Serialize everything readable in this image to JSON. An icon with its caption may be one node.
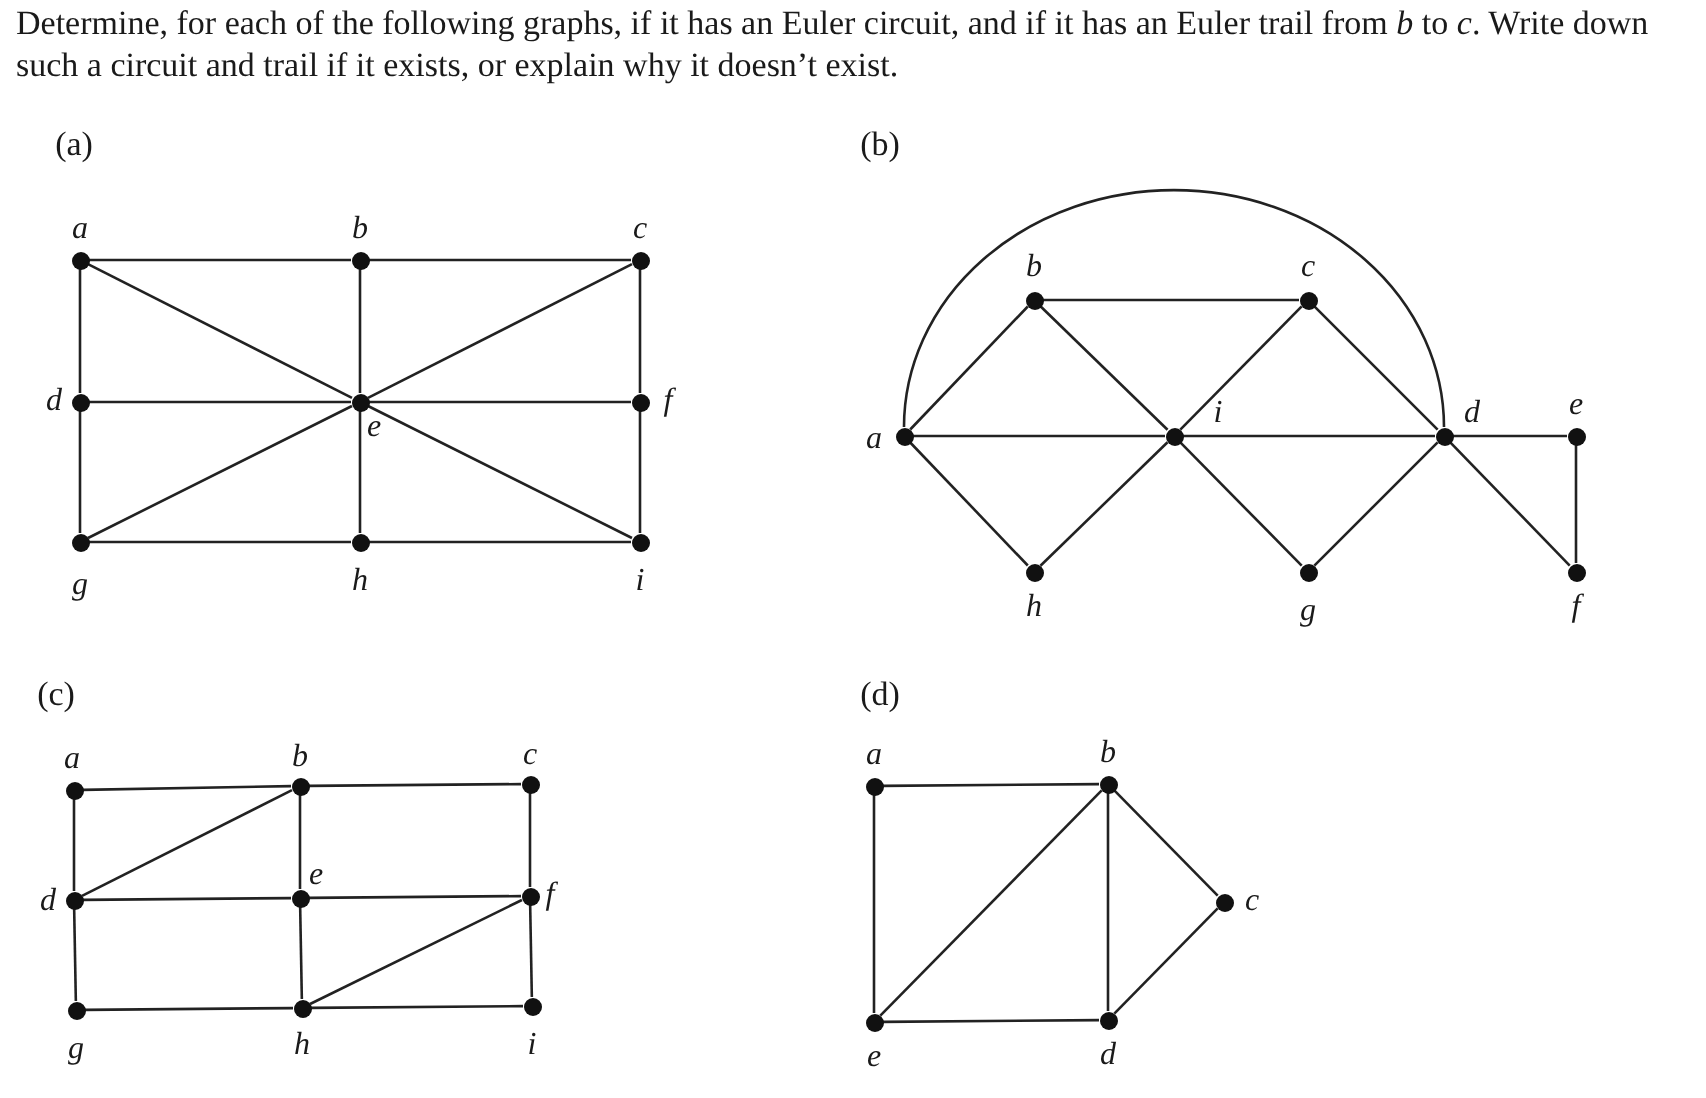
{
  "diagram": {
    "title": "Determine, for each of the following graphs, if it has an Euler circuit, and if it has an Euler trail from *b* to *c*. Write down such a circuit and trail if it exists, or explain why it doesn’t exist.",
    "nodes": [
      {
        "text": [],
        "shape": "circle",
        "beside": [
          "a"
        ]
      },
      {
        "text": [],
        "shape": "circle",
        "beside": [
          "b"
        ]
      },
      {
        "text": [],
        "shape": "circle",
        "beside": [
          "c"
        ]
      },
      {
        "text": [],
        "shape": "circle",
        "beside": [
          "d"
        ]
      },
      {
        "text": [],
        "shape": "circle",
        "beside": [
          "e"
        ]
      },
      {
        "text": [],
        "shape": "circle",
        "beside": [
          "f"
        ]
      },
      {
        "text": [],
        "shape": "circle",
        "beside": [
          "g"
        ]
      },
      {
        "text": [],
        "shape": "circle",
        "beside": [
          "h"
        ]
      },
      {
        "text": [],
        "shape": "circle",
        "beside": [
          "i"
        ]
      },
      {
        "text": [],
        "shape": "circle",
        "beside": [
          "b"
        ]
      },
      {
        "text": [],
        "shape": "circle",
        "beside": [
          "c"
        ]
      },
      {
        "text": [],
        "shape": "circle",
        "beside": [
          "a"
        ]
      },
      {
        "text": [],
        "shape": "circle",
        "beside": [
          "i"
        ]
      },
      {
        "text": [],
        "shape": "circle",
        "beside": [
          "d"
        ]
      },
      {
        "text": [],
        "shape": "circle",
        "beside": [
          "e"
        ]
      },
      {
        "text": [],
        "shape": "circle",
        "beside": [
          "h"
        ]
      },
      {
        "text": [],
        "shape": "circle",
        "beside": [
          "g"
        ]
      },
      {
        "text": [],
        "shape": "circle",
        "beside": [
          "f"
        ]
      },
      {
        "text": [],
        "shape": "circle",
        "beside": [
          "a"
        ]
      },
      {
        "text": [],
        "shape": "circle",
        "beside": [
          "b"
        ]
      },
      {
        "text": [],
        "shape": "circle",
        "beside": [
          "c"
        ]
      },
      {
        "text": [],
        "shape": "circle",
        "beside": [
          "d"
        ]
      },
      {
        "text": [],
        "shape": "circle",
        "beside": [
          "e"
        ]
      },
      {
        "text": [],
        "shape": "circle",
        "beside": [
          "f"
        ]
      },
      {
        "text": [],
        "shape": "circle",
        "beside": [
          "g"
        ]
      },
      {
        "text": [],
        "shape": "circle",
        "beside": [
          "h"
        ]
      },
      {
        "text": [],
        "shape": "circle",
        "beside": [
          "i"
        ]
      },
      {
        "text": [],
        "shape": "circle",
        "beside": [
          "a"
        ]
      },
      {
        "text": [],
        "shape": "circle",
        "beside": [
          "b"
        ]
      },
      {
        "text": [],
        "shape": "circle",
        "beside": [
          "c"
        ]
      },
      {
        "text": [],
        "shape": "circle",
        "beside": [
          "e"
        ]
      },
      {
        "text": [],
        "shape": "circle",
        "beside": [
          "d"
        ]
      }
    ],
    "edges": [
      {
        "from": 0,
        "to": 1,
        "arrow": "none"
      },
      {
        "from": 1,
        "to": 2,
        "arrow": "none"
      },
      {
        "from": 0,
        "to": 3,
        "arrow": "none"
      },
      {
        "from": 3,
        "to": 6,
        "arrow": "none"
      },
      {
        "from": 2,
        "to": 5,
        "arrow": "none"
      },
      {
        "from": 5,
        "to": 8,
        "arrow": "none"
      },
      {
        "from": 6,
        "to": 7,
        "arrow": "none"
      },
      {
        "from": 7,
        "to": 8,
        "arrow": "none"
      },
      {
        "from": 1,
        "to": 4,
        "arrow": "none"
      },
      {
        "from": 4,
        "to": 7,
        "arrow": "none"
      },
      {
        "from": 3,
        "to": 4,
        "arrow": "none"
      },
      {
        "from": 4,
        "to": 5,
        "arrow": "none"
      },
      {
        "from": 0,
        "to": 4,
        "arrow": "none"
      },
      {
        "from": 4,
        "to": 8,
        "arrow": "none"
      },
      {
        "from": 2,
        "to": 4,
        "arrow": "none"
      },
      {
        "from": 6,
        "to": 4,
        "arrow": "none"
      },
      {
        "from": 11,
        "to": 13,
        "arrow": "none"
      },
      {
        "from": 11,
        "to": 9,
        "arrow": "none"
      },
      {
        "from": 9,
        "to": 10,
        "arrow": "none"
      },
      {
        "from": 9,
        "to": 12,
        "arrow": "none"
      },
      {
        "from": 10,
        "to": 12,
        "arrow": "none"
      },
      {
        "from": 10,
        "to": 13,
        "arrow": "none"
      },
      {
        "from": 11,
        "to": 12,
        "arrow": "none"
      },
      {
        "from": 12,
        "to": 13,
        "arrow": "none"
      },
      {
        "from": 13,
        "to": 14,
        "arrow": "none"
      },
      {
        "from": 14,
        "to": 17,
        "arrow": "none"
      },
      {
        "from": 13,
        "to": 17,
        "arrow": "none"
      },
      {
        "from": 11,
        "to": 15,
        "arrow": "none"
      },
      {
        "from": 15,
        "to": 12,
        "arrow": "none"
      },
      {
        "from": 12,
        "to": 16,
        "arrow": "none"
      },
      {
        "from": 16,
        "to": 13,
        "arrow": "none"
      },
      {
        "from": 18,
        "to": 19,
        "arrow": "none"
      },
      {
        "from": 19,
        "to": 20,
        "arrow": "none"
      },
      {
        "from": 18,
        "to": 21,
        "arrow": "none"
      },
      {
        "from": 21,
        "to": 24,
        "arrow": "none"
      },
      {
        "from": 19,
        "to": 21,
        "arrow": "none"
      },
      {
        "from": 19,
        "to": 22,
        "arrow": "none"
      },
      {
        "from": 21,
        "to": 22,
        "arrow": "none"
      },
      {
        "from": 22,
        "to": 23,
        "arrow": "none"
      },
      {
        "from": 20,
        "to": 23,
        "arrow": "none"
      },
      {
        "from": 22,
        "to": 25,
        "arrow": "none"
      },
      {
        "from": 23,
        "to": 25,
        "arrow": "none"
      },
      {
        "from": 23,
        "to": 26,
        "arrow": "none"
      },
      {
        "from": 24,
        "to": 25,
        "arrow": "none"
      },
      {
        "from": 25,
        "to": 26,
        "arrow": "none"
      },
      {
        "from": 27,
        "to": 28,
        "arrow": "none"
      },
      {
        "from": 27,
        "to": 30,
        "arrow": "none"
      },
      {
        "from": 28,
        "to": 30,
        "arrow": "none"
      },
      {
        "from": 28,
        "to": 31,
        "arrow": "none"
      },
      {
        "from": 28,
        "to": 29,
        "arrow": "none"
      },
      {
        "from": 29,
        "to": 31,
        "arrow": "none"
      },
      {
        "from": 30,
        "to": 31,
        "arrow": "none"
      }
    ],
    "labels": [
      "(a)",
      "(b)",
      "(c)",
      "(d)"
    ]
  }
}
